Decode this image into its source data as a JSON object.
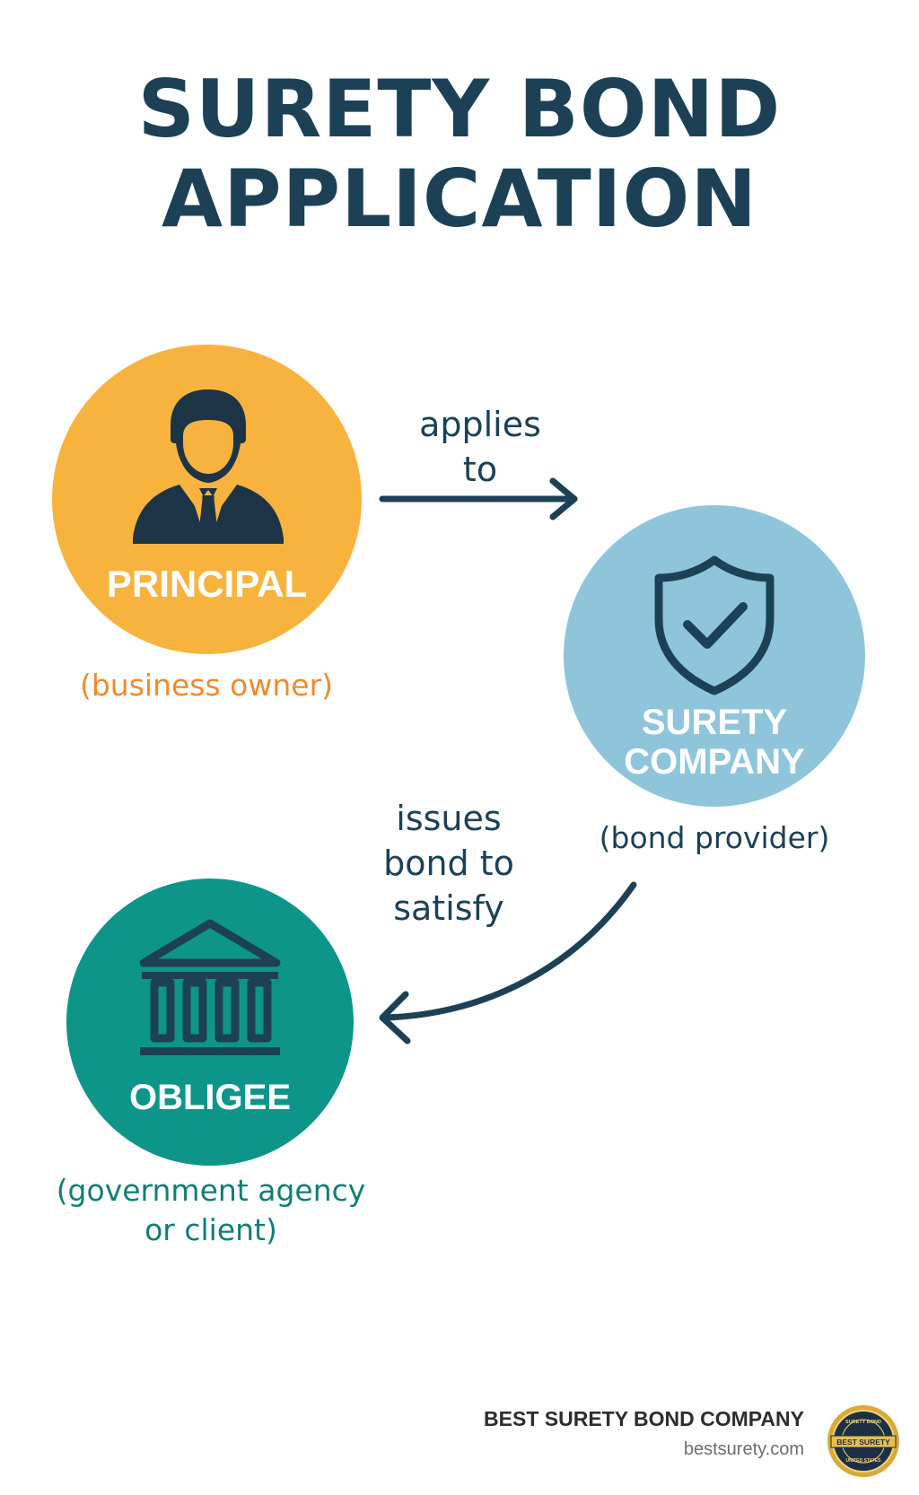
{
  "title": {
    "line1": "SURETY BOND",
    "line2": "APPLICATION"
  },
  "nodes": {
    "principal": {
      "label": "PRINCIPAL",
      "description": "(business owner)",
      "icon": "businessman-icon",
      "color": "#f8b33f"
    },
    "surety": {
      "label_line1": "SURETY",
      "label_line2": "COMPANY",
      "description": "(bond provider)",
      "icon": "shield-check-icon",
      "color": "#8ec5db"
    },
    "obligee": {
      "label": "OBLIGEE",
      "description_line1": "(government agency",
      "description_line2": "or client)",
      "icon": "bank-building-icon",
      "color": "#0e958a"
    }
  },
  "flows": {
    "applies": {
      "line1": "applies",
      "line2": "to"
    },
    "issues": {
      "line1": "issues",
      "line2": "bond to",
      "line3": "satisfy"
    }
  },
  "branding": {
    "name": "BEST SURETY BOND COMPANY",
    "url": "bestsurety.com",
    "seal": {
      "top_text": "SURETY BOND",
      "center_text": "BEST SURETY",
      "bottom_text": "UNITED STATES"
    }
  },
  "colors": {
    "navy": "#1c4156",
    "orange_text": "#ee8b2c",
    "teal_text": "#117e76"
  }
}
